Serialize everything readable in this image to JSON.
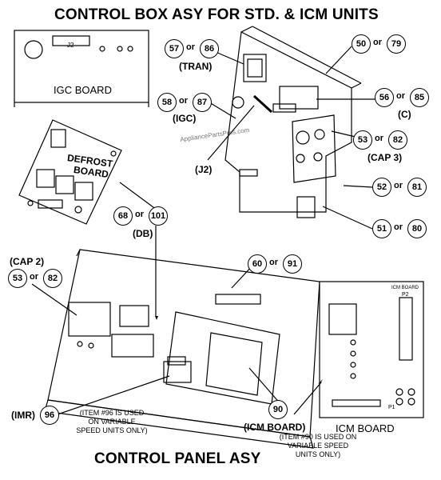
{
  "titles": {
    "top": "CONTROL BOX ASY FOR STD. & ICM UNITS",
    "bottom": "CONTROL PANEL ASY"
  },
  "boards": {
    "igc": "IGC BOARD",
    "defrost_line1": "DEFROST",
    "defrost_line2": "BOARD",
    "icm": "ICM BOARD",
    "j2_on_board": "J2"
  },
  "callouts": [
    {
      "a": "57",
      "b": "86",
      "label": "(TRAN)"
    },
    {
      "a": "50",
      "b": "79",
      "label": ""
    },
    {
      "a": "58",
      "b": "87",
      "label": "(IGC)"
    },
    {
      "a": "56",
      "b": "85",
      "label": "(C)"
    },
    {
      "a": "53",
      "b": "82",
      "label": "(CAP 3)"
    },
    {
      "a": "52",
      "b": "81",
      "label": ""
    },
    {
      "a": "51",
      "b": "80",
      "label": ""
    },
    {
      "a": "68",
      "b": "101",
      "label": "(DB)"
    },
    {
      "a": "60",
      "b": "91",
      "label": ""
    },
    {
      "a": "53",
      "b": "82",
      "label": "(CAP 2)"
    }
  ],
  "or_word": "or",
  "j2_label": "(J2)",
  "imr": {
    "label": "(IMR)",
    "num": "96",
    "note1": "(ITEM #96 IS USED",
    "note2": "ON VARIABLE",
    "note3": "SPEED UNITS ONLY)"
  },
  "icm_callout": {
    "num": "90",
    "label": "(ICM BOARD)",
    "note1": "(ITEM #90 IS USED ON",
    "note2": "VARIABLE SPEED",
    "note3": "UNITS ONLY)"
  },
  "watermark": "AppliancePartsPros.com",
  "icm_board_text": {
    "top": "ICM BOARD",
    "p2": "P2",
    "p1": "P1"
  }
}
